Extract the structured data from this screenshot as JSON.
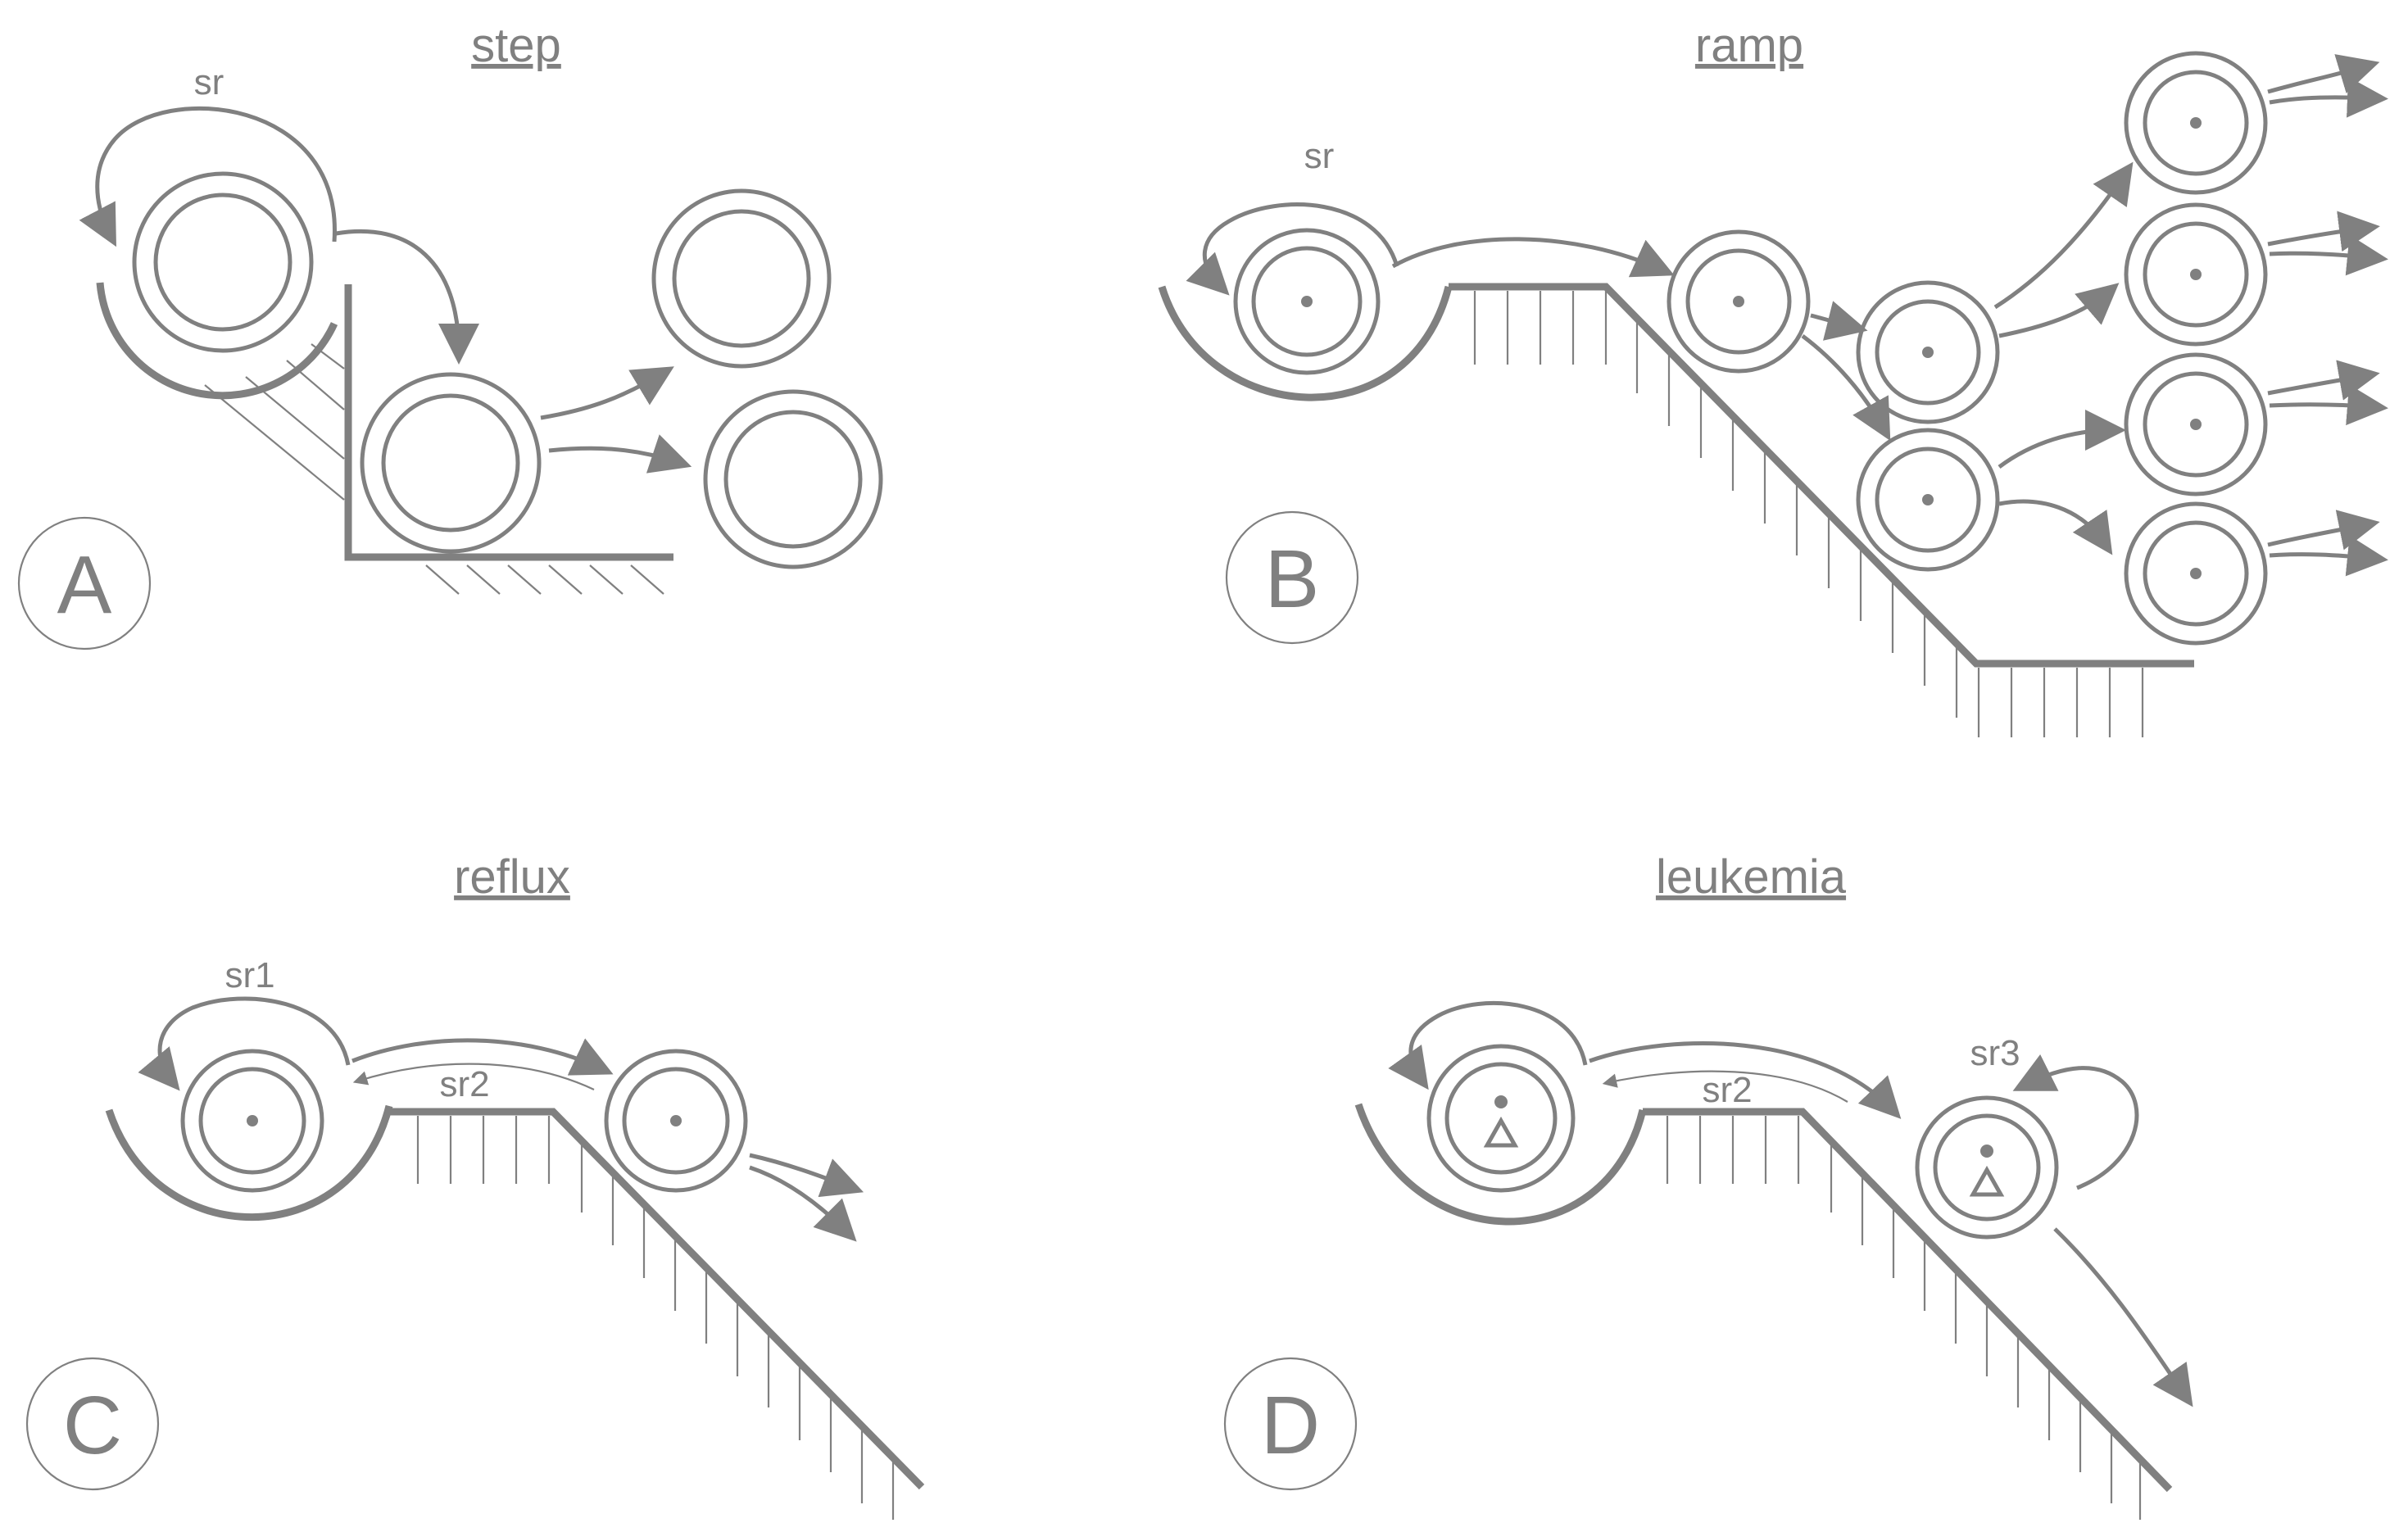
{
  "colors": {
    "stroke": "#808080",
    "background": "#ffffff"
  },
  "panels": {
    "A": {
      "letter": "A",
      "title": "step",
      "labels": {
        "sr": "sr"
      }
    },
    "B": {
      "letter": "B",
      "title": "ramp",
      "labels": {
        "sr": "sr"
      }
    },
    "C": {
      "letter": "C",
      "title": "reflux",
      "labels": {
        "sr1": "sr1",
        "sr2": "sr2"
      }
    },
    "D": {
      "letter": "D",
      "title": "leukemia",
      "labels": {
        "sr2": "sr2",
        "sr3": "sr3"
      }
    }
  }
}
